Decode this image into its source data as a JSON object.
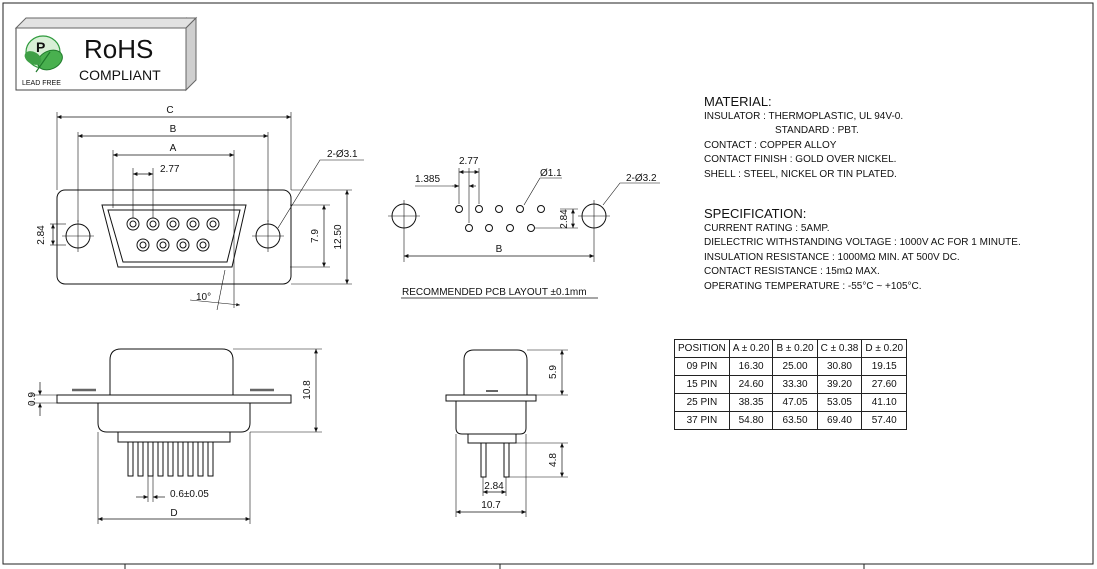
{
  "logo": {
    "rohs": "RoHS",
    "compliant": "COMPLIANT",
    "lead_free": "LEAD FREE",
    "badge_letter": "P",
    "badge_color": "#2e9a3c"
  },
  "dimensions": {
    "c": "C",
    "b": "B",
    "a": "A",
    "pitch": "2.77",
    "mount_hole": "2-Ø3.1",
    "h_small": "2.84",
    "h_mid": "7.9",
    "h_large": "12.50",
    "angle": "10°",
    "pcb_pitch": "2.77",
    "pcb_offset": "1.385",
    "pcb_pin_hole": "Ø1.1",
    "pcb_mount_hole": "2-Ø3.2",
    "pcb_row": "2.84",
    "pcb_b": "B",
    "pcb_caption": "RECOMMENDED PCB LAYOUT ±0.1mm",
    "flange_t": "0.9",
    "height": "10.8",
    "tail_width": "0.6±0.05",
    "d": "D",
    "side_height": "5.9",
    "side_tail": "4.8",
    "side_pitch": "2.84",
    "side_width": "10.7"
  },
  "material": {
    "title": "MATERIAL:",
    "lines": [
      "INSULATOR : THERMOPLASTIC, UL 94V-0.",
      "STANDARD : PBT.",
      "CONTACT : COPPER  ALLOY",
      "CONTACT FINISH : GOLD OVER NICKEL.",
      "SHELL : STEEL, NICKEL OR TIN PLATED."
    ]
  },
  "specification": {
    "title": "SPECIFICATION:",
    "lines": [
      "CURRENT RATING : 5AMP.",
      "DIELECTRIC WITHSTANDING VOLTAGE : 1000V AC FOR 1 MINUTE.",
      "INSULATION RESISTANCE : 1000MΩ MIN. AT 500V DC.",
      "CONTACT RESISTANCE : 15mΩ MAX.",
      "OPERATING TEMPERATURE : -55°C ~ +105°C."
    ]
  },
  "table": {
    "headers": [
      "POSITION",
      "A ± 0.20",
      "B ± 0.20",
      "C ± 0.38",
      "D ± 0.20"
    ],
    "rows": [
      [
        "09 PIN",
        "16.30",
        "25.00",
        "30.80",
        "19.15"
      ],
      [
        "15 PIN",
        "24.60",
        "33.30",
        "39.20",
        "27.60"
      ],
      [
        "25 PIN",
        "38.35",
        "47.05",
        "53.05",
        "41.10"
      ],
      [
        "37 PIN",
        "54.80",
        "63.50",
        "69.40",
        "57.40"
      ]
    ]
  }
}
